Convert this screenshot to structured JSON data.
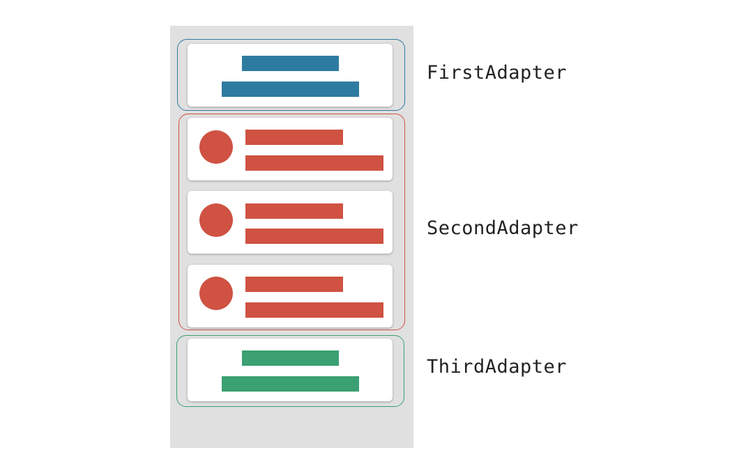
{
  "colors": {
    "first": "#2e7ba1",
    "second": "#cf5242",
    "third": "#3ba072",
    "phone_bg": "#e0e0e0"
  },
  "adapters": [
    {
      "name": "FirstAdapter",
      "items": 1,
      "kind": "centered-bars"
    },
    {
      "name": "SecondAdapter",
      "items": 3,
      "kind": "avatar-bars"
    },
    {
      "name": "ThirdAdapter",
      "items": 1,
      "kind": "centered-bars"
    }
  ]
}
